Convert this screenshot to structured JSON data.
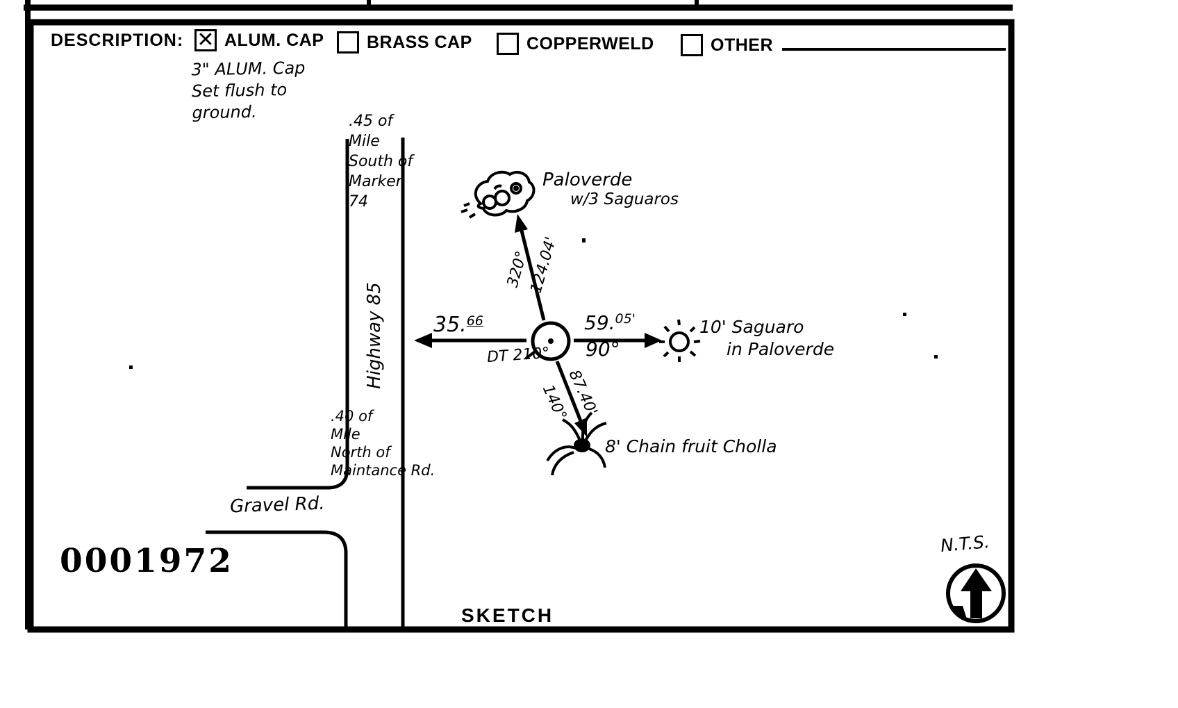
{
  "form": {
    "description_label": "DESCRIPTION:",
    "options": [
      {
        "label": "ALUM. CAP",
        "checked": true,
        "mark": "✕"
      },
      {
        "label": "BRASS CAP",
        "checked": false,
        "mark": ""
      },
      {
        "label": "COPPERWELD",
        "checked": false,
        "mark": ""
      },
      {
        "label": "OTHER",
        "checked": false,
        "mark": ""
      }
    ],
    "other_value": "",
    "section_title": "SKETCH"
  },
  "handwritten": {
    "cap_note": "3\" ALUM. Cap\nSet flush to\nground.",
    "mile_south_note": ".45 of\nMile\nSouth of\nMarker\n74",
    "mile_north_note": ".40 of\nMile\nNorth of\nMaintance Rd.",
    "highway_label": "Highway 85",
    "gravel_road_label": "Gravel Rd.",
    "scale_note": "N.T.S.",
    "monument_label": "DT 210°",
    "ties": {
      "north": {
        "distance": "124.04'",
        "bearing": "320°",
        "target_line1": "Paloverde",
        "target_line2": "w/3 Saguaros"
      },
      "east": {
        "distance_main": "59.",
        "distance_sup": "05'",
        "bearing": "90°",
        "target_line1": "10' Saguaro",
        "target_line2": "in Paloverde"
      },
      "southeast": {
        "distance": "87.40'",
        "bearing": "140°",
        "target": "8' Chain fruit Cholla"
      },
      "west": {
        "distance_main": "35.",
        "distance_sup": "66"
      }
    }
  },
  "stamp": {
    "number": "0001972"
  }
}
